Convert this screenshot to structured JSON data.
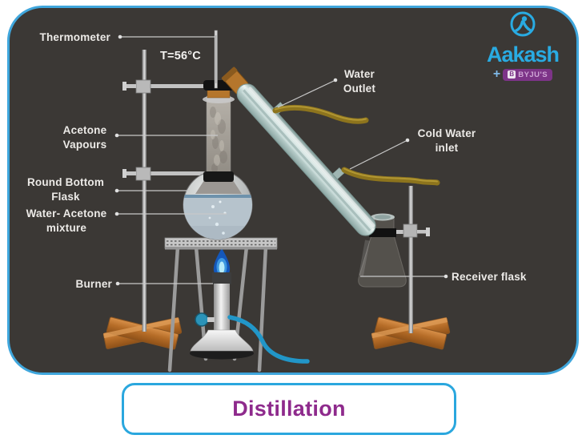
{
  "card": {
    "background": "#3b3835",
    "border_color": "#3fa6dc"
  },
  "logo": {
    "brand": "Aakash",
    "plus": "+",
    "sub_brand": "BYJU'S",
    "sub_icon": "B",
    "brand_color": "#29abe2",
    "badge_color": "#7d3488"
  },
  "labels": {
    "thermometer": "Thermometer",
    "temperature": "T=56°C",
    "acetone_vapours": "Acetone\nVapours",
    "round_bottom_flask": "Round Bottom\nFlask",
    "water_acetone_mixture": "Water- Acetone\nmixture",
    "burner": "Burner",
    "water_outlet": "Water\nOutlet",
    "cold_water_inlet": "Cold Water\ninlet",
    "receiver_flask": "Receiver flask"
  },
  "title": {
    "text": "Distillation",
    "text_color": "#8e2a8c",
    "border_color": "#2aa7de"
  },
  "diagram_colors": {
    "leader_line": "#c8c8c8",
    "glass_condenser": "#cfe0dd",
    "water_tube": "#8d741d",
    "flame": "#1258c2",
    "gas_tube": "#2196c8",
    "wood_base": "#c0772f",
    "liquid": "#b6c3cc"
  }
}
